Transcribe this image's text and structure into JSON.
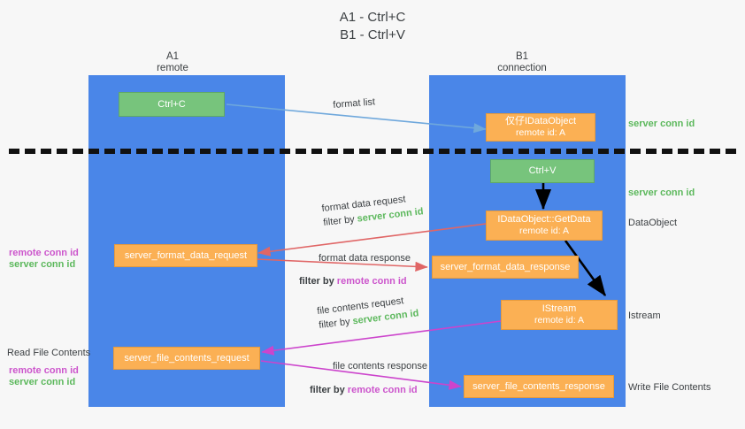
{
  "title": {
    "line1": "A1 - Ctrl+C",
    "line2": "B1 - Ctrl+V"
  },
  "lanes": [
    {
      "id": "a1",
      "name": "A1",
      "role": "remote",
      "color": "#4a86e8"
    },
    {
      "id": "b1",
      "name": "B1",
      "role": "connection",
      "color": "#4a86e8"
    }
  ],
  "boxes": {
    "ctrl_c": {
      "line1": "Ctrl+C",
      "line2": "",
      "color": "green"
    },
    "ctrl_v": {
      "line1": "Ctrl+V",
      "line2": "",
      "color": "green"
    },
    "idataobject": {
      "line1": "仅仔IDataObject",
      "line2": "remote id: A",
      "color": "orange"
    },
    "getdata": {
      "line1": "IDataObject::GetData",
      "line2": "remote id: A",
      "color": "orange"
    },
    "istream": {
      "line1": "IStream",
      "line2": "remote id: A",
      "color": "orange"
    },
    "format_data_request": {
      "line1": "server_format_data_request",
      "line2": "",
      "color": "orange"
    },
    "format_data_response": {
      "line1": "server_format_data_response",
      "line2": "",
      "color": "orange"
    },
    "file_contents_request": {
      "line1": "server_file_contents_request",
      "line2": "",
      "color": "orange"
    },
    "file_contents_response": {
      "line1": "server_file_contents_response",
      "line2": "",
      "color": "orange"
    }
  },
  "edge_labels": {
    "format_list": "format list",
    "format_data_request": "format data request",
    "format_data_request_filter_prefix": "filter by ",
    "format_data_request_filter_key": "server conn id",
    "format_data_response": "format data response",
    "format_data_response_filter_prefix": "filter by ",
    "format_data_response_filter_key": "remote conn id",
    "file_contents_request": "file contents request",
    "file_contents_request_filter_prefix": "filter by ",
    "file_contents_request_filter_key": "server conn id",
    "file_contents_response": "file contents response",
    "file_contents_response_filter_prefix": "filter by ",
    "file_contents_response_filter_key": "remote conn id"
  },
  "right_labels": {
    "server_conn_id_top": "server conn id",
    "server_conn_id_second": "server conn id",
    "dataobject": "DataObject",
    "istream": "Istream",
    "write_file_contents": "Write File Contents"
  },
  "left_labels": {
    "remote_conn_id_upper": "remote conn id",
    "server_conn_id_upper": "server conn id",
    "read_file_contents": "Read File Contents",
    "remote_conn_id_lower": "remote conn id",
    "server_conn_id_lower": "server conn id"
  },
  "colors": {
    "lane_blue": "#4a86e8",
    "box_green": "#77c47c",
    "box_orange": "#fbb054",
    "arrow_lightblue": "#6fa8dc",
    "arrow_red": "#e06666",
    "arrow_magenta": "#cc44cc",
    "arrow_black": "#000000",
    "text_green": "#5cb85c",
    "text_magenta": "#cc55cc",
    "divider_black": "#111111",
    "background": "#f7f7f7"
  }
}
